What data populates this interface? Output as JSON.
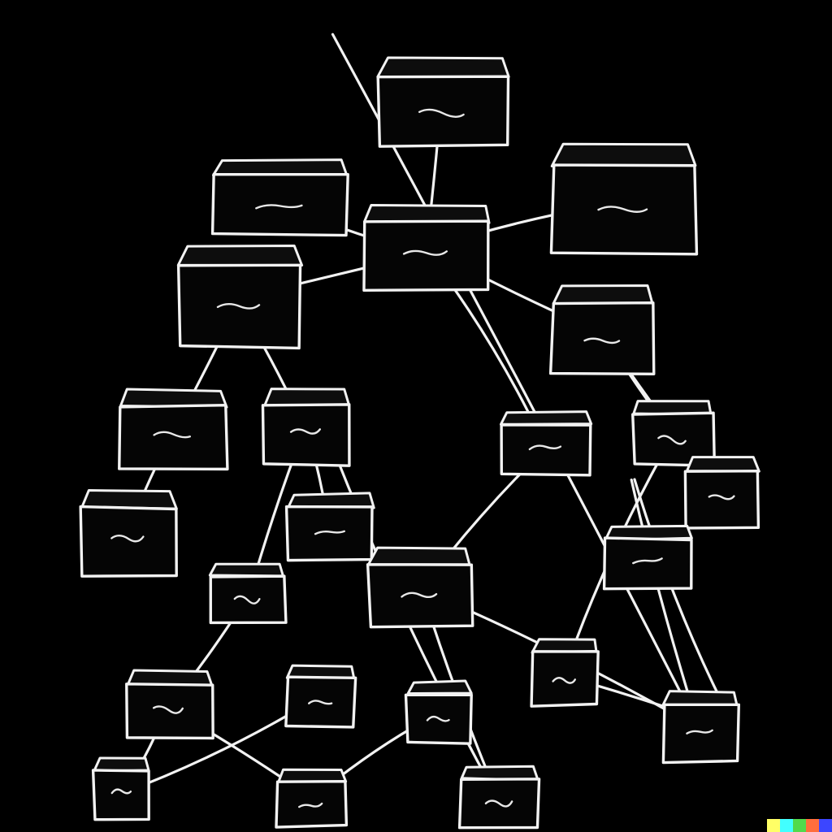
{
  "diagram": {
    "style": "hand-drawn chalk network of boxes on black background",
    "colors": {
      "background": "#000000",
      "stroke": "#f2f2f2"
    },
    "nodes": [
      {
        "id": "n1",
        "kind": "box"
      },
      {
        "id": "n2",
        "kind": "box"
      },
      {
        "id": "n3",
        "kind": "box"
      },
      {
        "id": "n4",
        "kind": "box"
      },
      {
        "id": "n5",
        "kind": "box"
      },
      {
        "id": "n6",
        "kind": "box"
      },
      {
        "id": "n7",
        "kind": "box"
      },
      {
        "id": "n8",
        "kind": "box"
      },
      {
        "id": "n9",
        "kind": "box"
      },
      {
        "id": "n10",
        "kind": "box"
      },
      {
        "id": "n11",
        "kind": "box"
      },
      {
        "id": "n12",
        "kind": "box"
      },
      {
        "id": "n13",
        "kind": "box"
      },
      {
        "id": "n14",
        "kind": "box"
      },
      {
        "id": "n15",
        "kind": "box"
      },
      {
        "id": "n16",
        "kind": "box"
      },
      {
        "id": "n17",
        "kind": "box"
      },
      {
        "id": "n18",
        "kind": "box"
      },
      {
        "id": "n19",
        "kind": "box"
      },
      {
        "id": "n20",
        "kind": "box"
      },
      {
        "id": "n21",
        "kind": "box"
      },
      {
        "id": "n22",
        "kind": "box"
      },
      {
        "id": "n23",
        "kind": "box"
      },
      {
        "id": "n24",
        "kind": "box"
      },
      {
        "id": "n25",
        "kind": "box"
      },
      {
        "id": "n26",
        "kind": "box"
      },
      {
        "id": "n27",
        "kind": "box"
      },
      {
        "id": "n28",
        "kind": "box"
      }
    ],
    "edges": [
      [
        "n1",
        "n5"
      ],
      [
        "n2",
        "n5"
      ],
      [
        "n3",
        "n5"
      ],
      [
        "n4",
        "n5"
      ],
      [
        "n5",
        "n6"
      ],
      [
        "n4",
        "n7"
      ],
      [
        "n4",
        "n8"
      ],
      [
        "n7",
        "n9"
      ],
      [
        "n8",
        "n10"
      ],
      [
        "n8",
        "n11"
      ],
      [
        "n5",
        "n12"
      ],
      [
        "n6",
        "n13"
      ],
      [
        "n6",
        "n14"
      ],
      [
        "n14",
        "n15"
      ],
      [
        "n12",
        "n16"
      ],
      [
        "n13",
        "n17"
      ],
      [
        "n11",
        "n18"
      ],
      [
        "n18",
        "n19"
      ],
      [
        "n19",
        "n20"
      ],
      [
        "n18",
        "n21"
      ],
      [
        "n21",
        "n22"
      ],
      [
        "n16",
        "n23"
      ],
      [
        "n16",
        "n24"
      ],
      [
        "n23",
        "n25"
      ],
      [
        "n24",
        "n26"
      ],
      [
        "n24",
        "n27"
      ],
      [
        "n17",
        "n28"
      ],
      [
        "n27",
        "n28"
      ]
    ]
  },
  "signature": {
    "colors": [
      "#ffff66",
      "#42ffff",
      "#51da4c",
      "#ff6e3c",
      "#3c46ff"
    ]
  }
}
